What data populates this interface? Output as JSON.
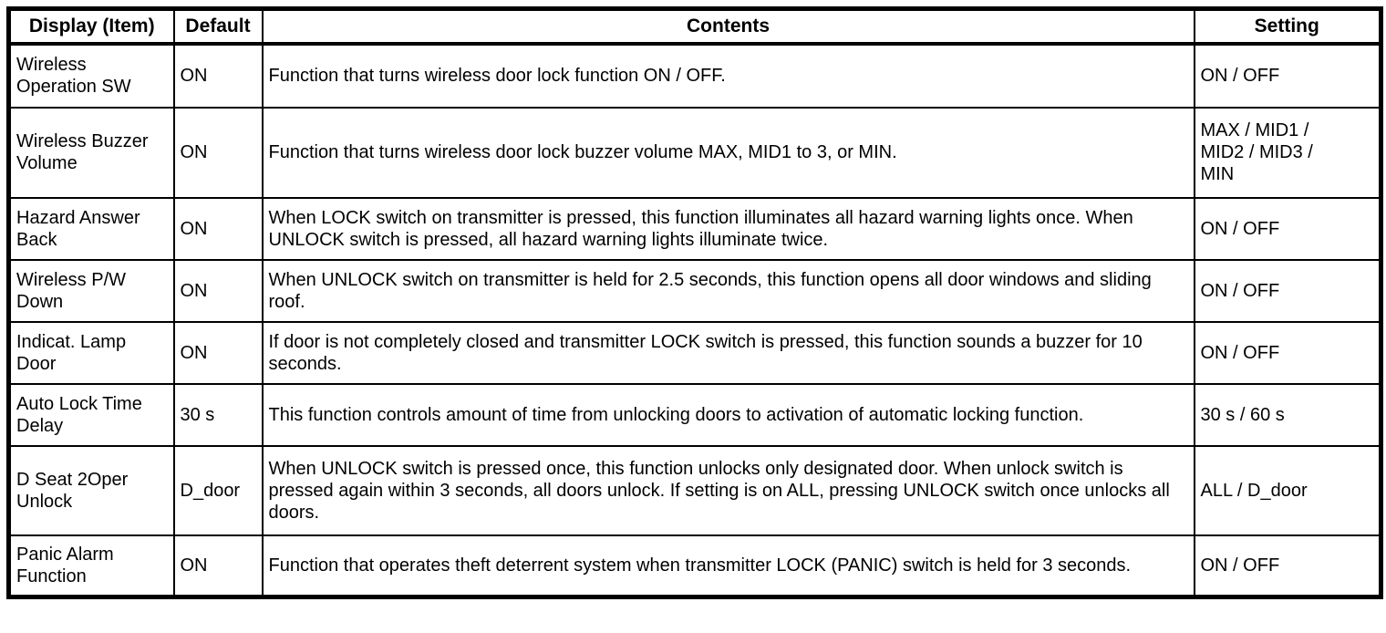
{
  "table": {
    "headers": {
      "display": "Display (Item)",
      "default": "Default",
      "contents": "Contents",
      "setting": "Setting"
    },
    "rows": [
      {
        "display": "Wireless Operation SW",
        "default": "ON",
        "contents": "Function that turns wireless door lock function ON / OFF.",
        "setting": "ON / OFF"
      },
      {
        "display": "Wireless Buzzer Volume",
        "default": "ON",
        "contents": "Function that turns wireless door lock buzzer volume MAX, MID1 to 3, or MIN.",
        "setting": "MAX / MID1 /\nMID2 / MID3 /\nMIN"
      },
      {
        "display": "Hazard Answer Back",
        "default": "ON",
        "contents": "When LOCK switch on transmitter is pressed, this function illuminates all hazard warning lights once. When UNLOCK switch is pressed, all hazard warning lights illuminate twice.",
        "setting": "ON / OFF"
      },
      {
        "display": "Wireless P/W Down",
        "default": "ON",
        "contents": "When UNLOCK switch on transmitter is held for 2.5 seconds, this function opens all door windows and sliding roof.",
        "setting": "ON / OFF"
      },
      {
        "display": "Indicat. Lamp Door",
        "default": "ON",
        "contents": "If door is not completely closed and transmitter LOCK switch is pressed, this function sounds a buzzer for 10 seconds.",
        "setting": "ON / OFF"
      },
      {
        "display": "Auto Lock Time Delay",
        "default": "30 s",
        "contents": "This function controls amount of time from unlocking doors to activation of automatic locking function.",
        "setting": "30 s / 60 s"
      },
      {
        "display": "D Seat 2Oper Unlock",
        "default": "D_door",
        "contents": "When UNLOCK switch is pressed once, this function unlocks only designated door. When unlock switch is pressed again within 3 seconds, all doors unlock. If setting is on ALL, pressing UNLOCK switch once unlocks all doors.",
        "setting": "ALL / D_door"
      },
      {
        "display": "Panic Alarm Function",
        "default": "ON",
        "contents": "Function that operates theft deterrent system when transmitter LOCK (PANIC) switch is held for 3 seconds.",
        "setting": "ON / OFF"
      }
    ]
  }
}
